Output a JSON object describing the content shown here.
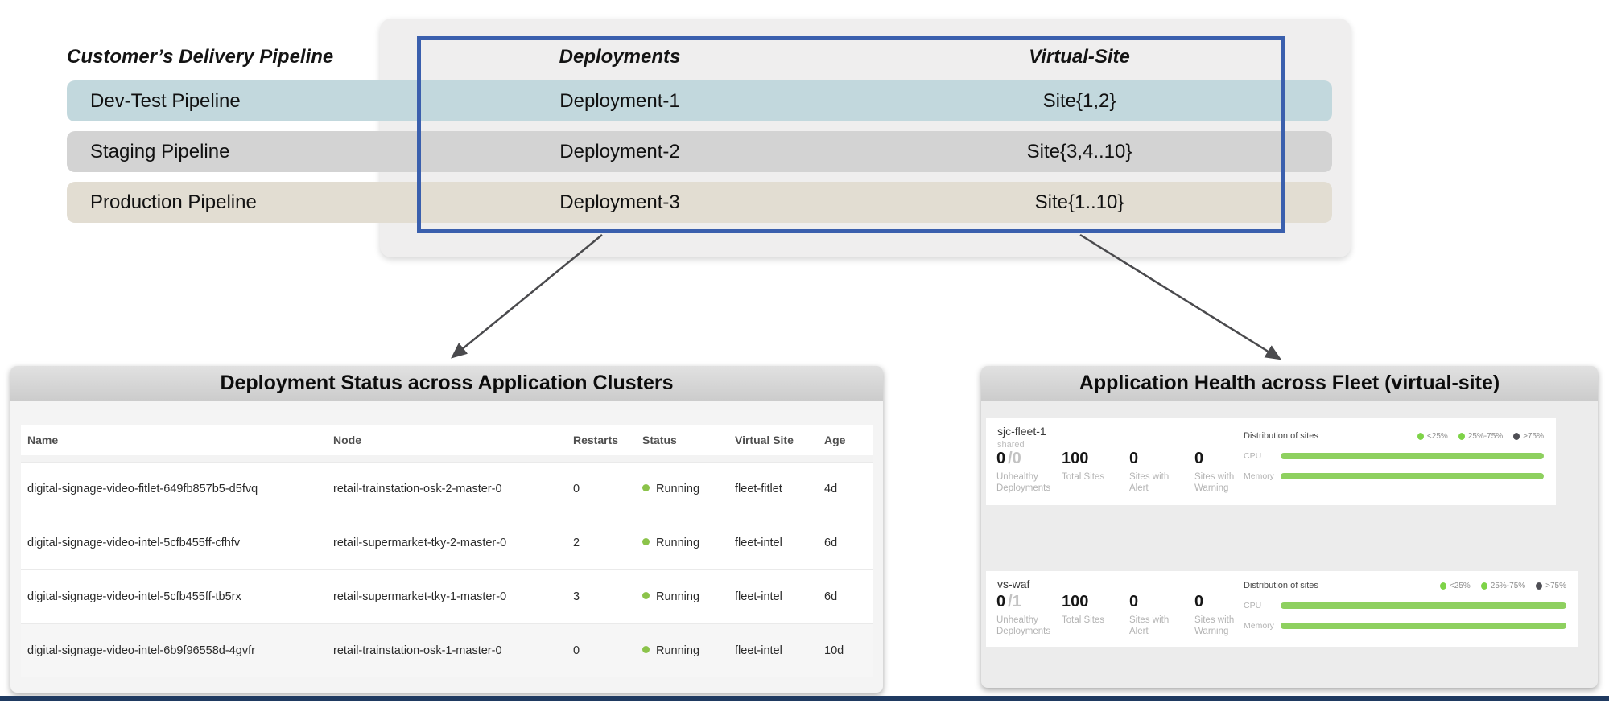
{
  "pipeline": {
    "title": "Customer’s Delivery Pipeline",
    "columns": {
      "deployments": "Deployments",
      "virtual_site": "Virtual-Site"
    },
    "rows": [
      {
        "name": "Dev-Test Pipeline",
        "deployment": "Deployment-1",
        "site": "Site{1,2}"
      },
      {
        "name": "Staging Pipeline",
        "deployment": "Deployment-2",
        "site": "Site{3,4..10}"
      },
      {
        "name": "Production Pipeline",
        "deployment": "Deployment-3",
        "site": "Site{1..10}"
      }
    ]
  },
  "deployment_status": {
    "title": "Deployment Status across Application Clusters",
    "columns": [
      "Name",
      "Node",
      "Restarts",
      "Status",
      "Virtual Site",
      "Age"
    ],
    "rows": [
      {
        "name": "digital-signage-video-fitlet-649fb857b5-d5fvq",
        "node": "retail-trainstation-osk-2-master-0",
        "restarts": "0",
        "status": "Running",
        "virtual_site": "fleet-fitlet",
        "age": "4d"
      },
      {
        "name": "digital-signage-video-intel-5cfb455ff-cfhfv",
        "node": "retail-supermarket-tky-2-master-0",
        "restarts": "2",
        "status": "Running",
        "virtual_site": "fleet-intel",
        "age": "6d"
      },
      {
        "name": "digital-signage-video-intel-5cfb455ff-tb5rx",
        "node": "retail-supermarket-tky-1-master-0",
        "restarts": "3",
        "status": "Running",
        "virtual_site": "fleet-intel",
        "age": "6d"
      },
      {
        "name": "digital-signage-video-intel-6b9f96558d-4gvfr",
        "node": "retail-trainstation-osk-1-master-0",
        "restarts": "0",
        "status": "Running",
        "virtual_site": "fleet-intel",
        "age": "10d"
      }
    ]
  },
  "health": {
    "title": "Application Health across Fleet (virtual-site)",
    "cards": [
      {
        "title": "sjc-fleet-1",
        "subtitle": "shared",
        "stats": [
          {
            "value": "0",
            "value_suffix": "/0",
            "label": "Unhealthy Deployments"
          },
          {
            "value": "100",
            "value_suffix": "",
            "label": "Total Sites"
          },
          {
            "value": "0",
            "value_suffix": "",
            "label": "Sites with Alert"
          },
          {
            "value": "0",
            "value_suffix": "",
            "label": "Sites with Warning"
          }
        ],
        "distribution": {
          "title": "Distribution of sites",
          "legend": [
            "<25%",
            "25%-75%",
            ">75%"
          ],
          "bars": [
            {
              "label": "CPU",
              "percent": 100
            },
            {
              "label": "Memory",
              "percent": 100
            }
          ]
        }
      },
      {
        "title": "vs-waf",
        "subtitle": "",
        "stats": [
          {
            "value": "0",
            "value_suffix": "/1",
            "label": "Unhealthy Deployments"
          },
          {
            "value": "100",
            "value_suffix": "",
            "label": "Total Sites"
          },
          {
            "value": "0",
            "value_suffix": "",
            "label": "Sites with Alert"
          },
          {
            "value": "0",
            "value_suffix": "",
            "label": "Sites with Warning"
          }
        ],
        "distribution": {
          "title": "Distribution of sites",
          "legend": [
            "<25%",
            "25%-75%",
            ">75%"
          ],
          "bars": [
            {
              "label": "CPU",
              "percent": 100
            },
            {
              "label": "Memory",
              "percent": 100
            }
          ]
        }
      }
    ]
  },
  "colors": {
    "row_devtest": "#c2d8dd",
    "row_staging": "#d3d3d3",
    "row_production": "#e2ddd2",
    "highlight_border": "#3a5fad",
    "status_green": "#8bc34a",
    "bar_green": "#8ed05f",
    "legend_dark": "#4f4f55",
    "bottom_rule": "#1f3a61"
  }
}
